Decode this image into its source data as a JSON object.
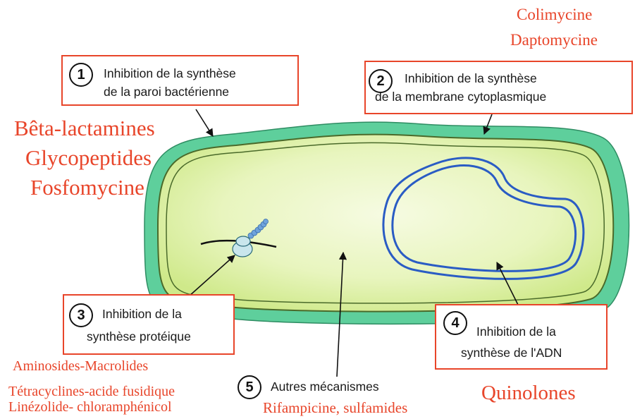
{
  "colors": {
    "accent": "#e8452a",
    "wall": "#5ecf9c",
    "cytoplasm": "#e4f3b0",
    "dna": "#2a5cc4"
  },
  "targets": [
    {
      "number": "1",
      "line1": "Inhibition de la synthèse",
      "line2": "de la paroi bactérienne",
      "drugs": [
        "Bêta-lactamines",
        "Glycopeptides",
        "Fosfomycine"
      ]
    },
    {
      "number": "2",
      "line1": "Inhibition de la synthèse",
      "line2": "de la membrane cytoplasmique",
      "drugs": [
        "Colimycine",
        "Daptomycine"
      ]
    },
    {
      "number": "3",
      "line1": "Inhibition de la",
      "line2": "synthèse protéique",
      "drugs": [
        "Aminosides-Macrolides",
        "Tétracyclines-acide fusidique",
        "Linézolide- chloramphénicol"
      ]
    },
    {
      "number": "4",
      "line1": "Inhibition de la",
      "line2": "synthèse de l'ADN",
      "drugs": [
        "Quinolones"
      ]
    },
    {
      "number": "5",
      "line1": "Autres mécanismes",
      "drugs": [
        "Rifampicine, sulfamides"
      ]
    }
  ]
}
